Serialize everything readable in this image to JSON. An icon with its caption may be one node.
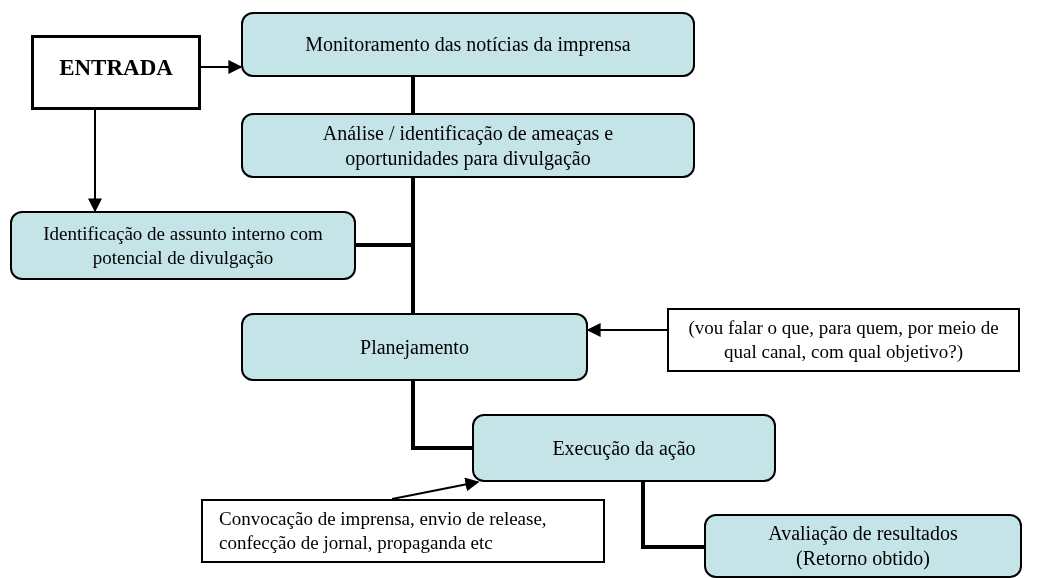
{
  "diagram": {
    "nodes": [
      {
        "text": [
          "ENTRADA"
        ]
      },
      {
        "text": [
          "Monitoramento das notícias da imprensa"
        ]
      },
      {
        "text": [
          "Análise / identificação de ameaças e oportunidades para divulgação"
        ]
      },
      {
        "text": [
          "Identificação de assunto interno com potencial de divulgação"
        ]
      },
      {
        "text": [
          "Planejamento"
        ]
      },
      {
        "text": [
          "(vou falar o que, para quem, por meio de qual canal, com qual objetivo?)"
        ]
      },
      {
        "text": [
          "Execução da ação"
        ]
      },
      {
        "text": [
          "Convocação de imprensa, envio de release, confecção de jornal, propaganda etc"
        ]
      },
      {
        "text": [
          "Avaliação de resultados (Retorno obtido)"
        ]
      }
    ],
    "edges": [
      {
        "from": 0,
        "to": 1,
        "arrow": "to"
      },
      {
        "from": 0,
        "to": 3,
        "arrow": "to"
      },
      {
        "from": 1,
        "to": 2,
        "arrow": "none"
      },
      {
        "from": 2,
        "to": 4,
        "arrow": "none"
      },
      {
        "from": 3,
        "to": 4,
        "arrow": "none"
      },
      {
        "from": 5,
        "to": 4,
        "arrow": "to"
      },
      {
        "from": 4,
        "to": 6,
        "arrow": "none"
      },
      {
        "from": 7,
        "to": 6,
        "arrow": "to"
      },
      {
        "from": 6,
        "to": 8,
        "arrow": "none"
      }
    ]
  }
}
